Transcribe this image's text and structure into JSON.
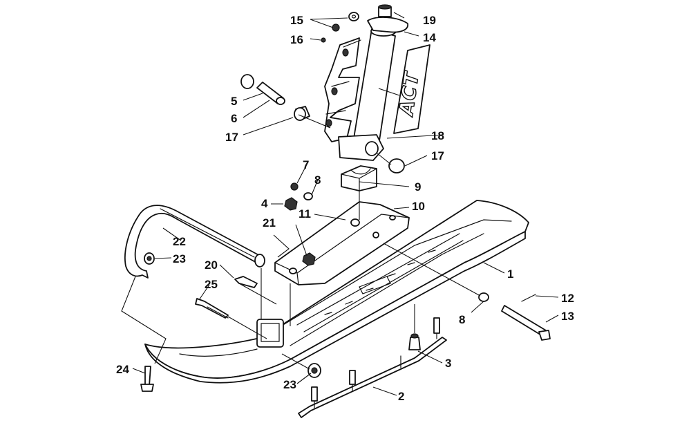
{
  "diagram": {
    "callouts": {
      "c15": "15",
      "c16": "16",
      "c19": "19",
      "c14": "14",
      "c5": "5",
      "c6": "6",
      "c17a": "17",
      "c18": "18",
      "c17b": "17",
      "c7": "7",
      "c8a": "8",
      "c9": "9",
      "c4": "4",
      "c11": "11",
      "c10": "10",
      "c21": "21",
      "c22": "22",
      "c23a": "23",
      "c20": "20",
      "c25": "25",
      "c1": "1",
      "c8b": "8",
      "c12": "12",
      "c13": "13",
      "c3": "3",
      "c24": "24",
      "c23b": "23",
      "c2": "2"
    },
    "decal_text": "ACT"
  }
}
